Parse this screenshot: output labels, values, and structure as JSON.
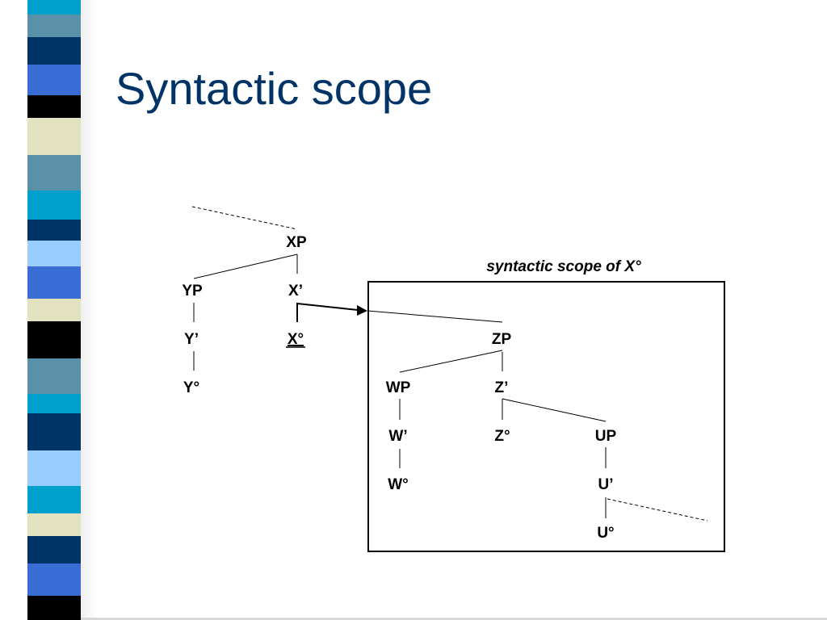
{
  "slide": {
    "title": "Syntactic scope"
  },
  "colors": {
    "title": "#003366",
    "stripe": [
      "#00a0cc",
      "#5a90a8",
      "#003366",
      "#3a6cd6",
      "#000000",
      "#e2e2c0",
      "#99ccff"
    ]
  },
  "diagram": {
    "scope_label": "syntactic scope of X°",
    "nodes": {
      "xp": "XP",
      "x_bar": "X’",
      "x_head": "X°",
      "yp": "YP",
      "y_bar": "Y’",
      "y_head": "Y°",
      "zp": "ZP",
      "z_bar": "Z’",
      "z_head": "Z°",
      "wp": "WP",
      "w_bar": "W’",
      "w_head": "W°",
      "up": "UP",
      "u_bar": "U’",
      "u_head": "U°"
    }
  }
}
